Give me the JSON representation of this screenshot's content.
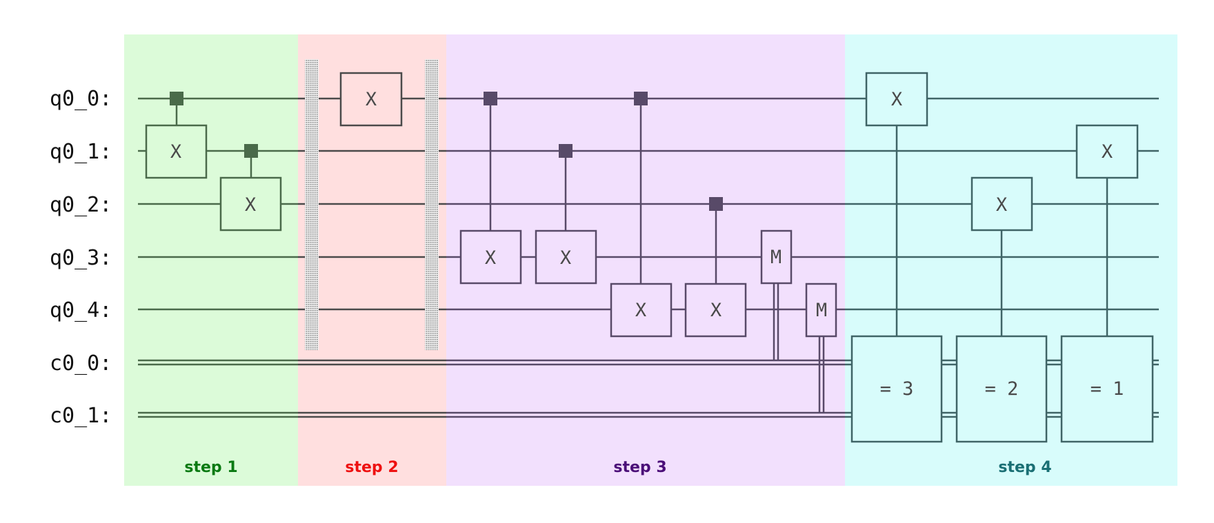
{
  "wires": {
    "qubits": [
      "q0_0:",
      "q0_1:",
      "q0_2:",
      "q0_3:",
      "q0_4:"
    ],
    "clbits": [
      "c0_0:",
      "c0_1:"
    ]
  },
  "steps": [
    {
      "label": "step 1",
      "background": "#dcfbd9",
      "color": "#0a7a12",
      "line_color": "#4a6a4a",
      "gate_fill": "#dcfbd9"
    },
    {
      "label": "step 2",
      "background": "#ffdfdf",
      "color": "#ee1111",
      "line_color": "#4a4a4a",
      "gate_fill": "#ffdfdf"
    },
    {
      "label": "step 3",
      "background": "#f2e0fd",
      "color": "#4b0e78",
      "line_color": "#584a68",
      "gate_fill": "#f2e0fd"
    },
    {
      "label": "step 4",
      "background": "#d8fcfb",
      "color": "#1a6f74",
      "line_color": "#3f6466",
      "gate_fill": "#d8fcfb"
    }
  ],
  "gates": {
    "x": "X",
    "measure": "M",
    "conditions": [
      "= 3",
      "= 2",
      "= 1"
    ]
  }
}
